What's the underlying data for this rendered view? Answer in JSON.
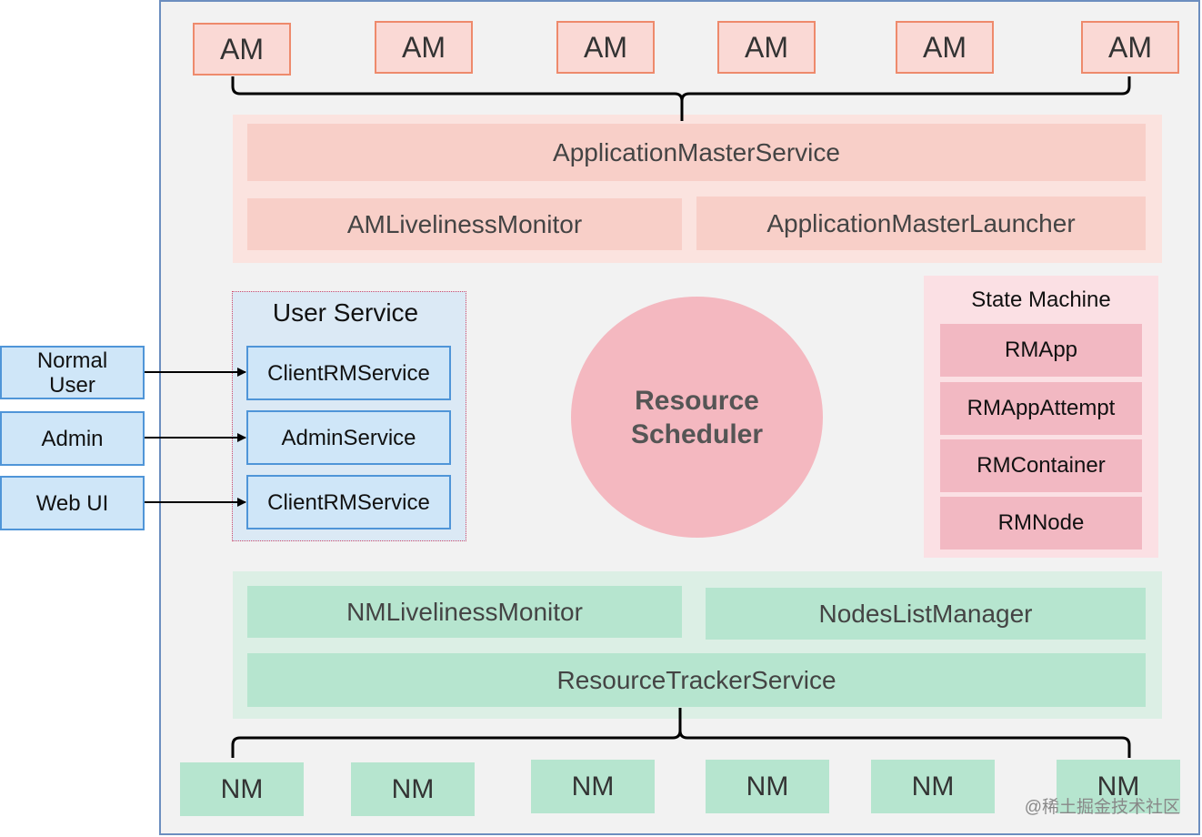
{
  "am_nodes": [
    "AM",
    "AM",
    "AM",
    "AM",
    "AM",
    "AM"
  ],
  "am_service": {
    "application_master_service": "ApplicationMasterService",
    "am_liveliness_monitor": "AMLivelinessMonitor",
    "application_master_launcher": "ApplicationMasterLauncher"
  },
  "clients": [
    "Normal User",
    "Admin",
    "Web UI"
  ],
  "user_service": {
    "title": "User Service",
    "services": [
      "ClientRMService",
      "AdminService",
      "ClientRMService"
    ]
  },
  "scheduler": {
    "label": "Resource Scheduler"
  },
  "state_machine": {
    "title": "State Machine",
    "items": [
      "RMApp",
      "RMAppAttempt",
      "RMContainer",
      "RMNode"
    ]
  },
  "nm_service": {
    "nm_liveliness_monitor": "NMLivelinessMonitor",
    "nodes_list_manager": "NodesListManager",
    "resource_tracker_service": "ResourceTrackerService"
  },
  "nm_nodes": [
    "NM",
    "NM",
    "NM",
    "NM",
    "NM",
    "NM"
  ],
  "watermark": "@稀土掘金技术社区",
  "colors": {
    "frame_border": "#6c8ebf",
    "am_fill": "#fad9d5",
    "am_border": "#ee8a6c",
    "blue_fill": "#cfe6f8",
    "blue_border": "#4f95d8",
    "scheduler_fill": "#f4b8c0",
    "green_fill": "#b6e5cf"
  }
}
